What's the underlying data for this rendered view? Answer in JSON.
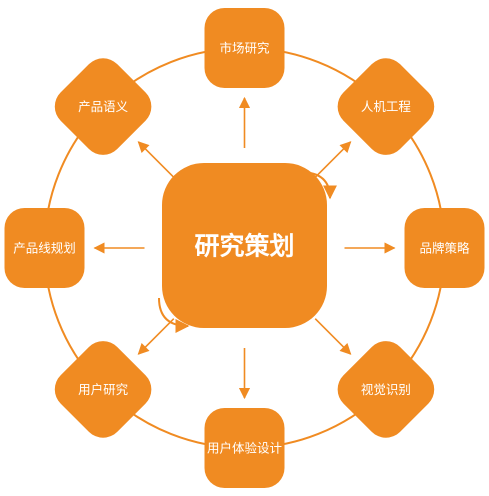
{
  "colors": {
    "node_fill": "#F08B22",
    "node_fill_dark": "#EE8418",
    "ring": "#F08B22",
    "arrow": "#F08B22",
    "text": "#FFFFFF"
  },
  "center": {
    "label": "研究策划"
  },
  "nodes": [
    {
      "id": "market-research",
      "label": "市场研究"
    },
    {
      "id": "ergonomics",
      "label": "人机工程"
    },
    {
      "id": "brand-strategy",
      "label": "品牌策略"
    },
    {
      "id": "visual-identity",
      "label": "视觉识别"
    },
    {
      "id": "user-experience-design",
      "label": "用户体验设计"
    },
    {
      "id": "user-research",
      "label": "用户研究"
    },
    {
      "id": "product-line-planning",
      "label": "产品线规划"
    },
    {
      "id": "product-semantics",
      "label": "产品语义"
    }
  ]
}
